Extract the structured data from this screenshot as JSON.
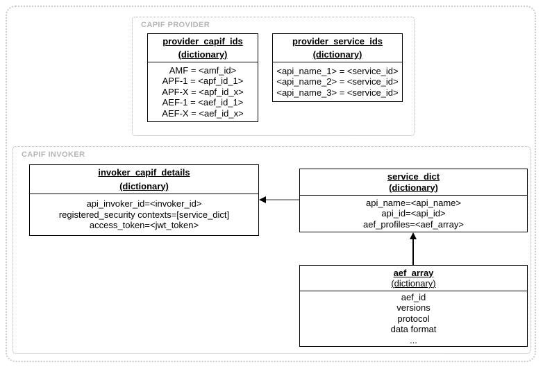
{
  "groups": {
    "provider": {
      "label": "CAPIF PROVIDER"
    },
    "invoker": {
      "label": "CAPIF INVOKER"
    }
  },
  "boxes": {
    "provider_capif_ids": {
      "title": "provider_capif_ids",
      "subtitle": "(dictionary)",
      "rows": [
        "AMF = <amf_id>",
        "APF-1 = <apf_id_1>",
        "APF-X = <apf_id_x>",
        "AEF-1 = <aef_id_1>",
        "AEF-X = <aef_id_x>"
      ]
    },
    "provider_service_ids": {
      "title": "provider_service_ids",
      "subtitle": "(dictionary)",
      "rows": [
        "<api_name_1> = <service_id>",
        "<api_name_2> = <service_id>",
        "<api_name_3> = <service_id>"
      ]
    },
    "invoker_capif_details": {
      "title": "invoker_capif_details",
      "subtitle": "(dictionary)",
      "rows": [
        "api_invoker_id=<invoker_id>",
        "registered_security contexts=[service_dict]",
        "access_token=<jwt_token>"
      ]
    },
    "service_dict": {
      "title": "service_dict",
      "subtitle": "(dictionary)",
      "rows": [
        "api_name=<api_name>",
        "api_id=<api_id>",
        "aef_profiles=<aef_array>"
      ]
    },
    "aef_array": {
      "title": "aef_array",
      "subtitle": "(dictionary)",
      "rows": [
        "aef_id",
        "versions",
        "protocol",
        "data format",
        "..."
      ]
    }
  },
  "colors": {
    "box_border": "#000000",
    "group_border": "#aeaeae",
    "group_label": "#b5b5b5",
    "arrow_shaft_gray": "#999999",
    "arrow_head_black": "#000000",
    "background": "#ffffff"
  }
}
